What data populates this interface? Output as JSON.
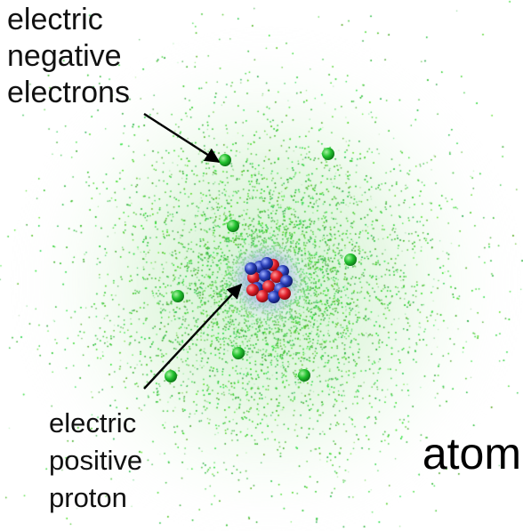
{
  "title": "atom",
  "electron_label": {
    "lines": [
      "electric",
      "negative",
      "electrons"
    ]
  },
  "proton_label": {
    "lines": [
      "electric",
      "positive",
      "proton"
    ]
  },
  "colors": {
    "cloud": "#3fd14a",
    "electron": "#19b82a",
    "proton": "#e2202b",
    "neutron": "#2a3fb8",
    "nucleus_halo": "#7d8fd6",
    "arrow": "#000000",
    "text": "#111111"
  },
  "electron_count": 8,
  "nucleon_counts": {
    "protons": 7,
    "neutrons": 9
  }
}
